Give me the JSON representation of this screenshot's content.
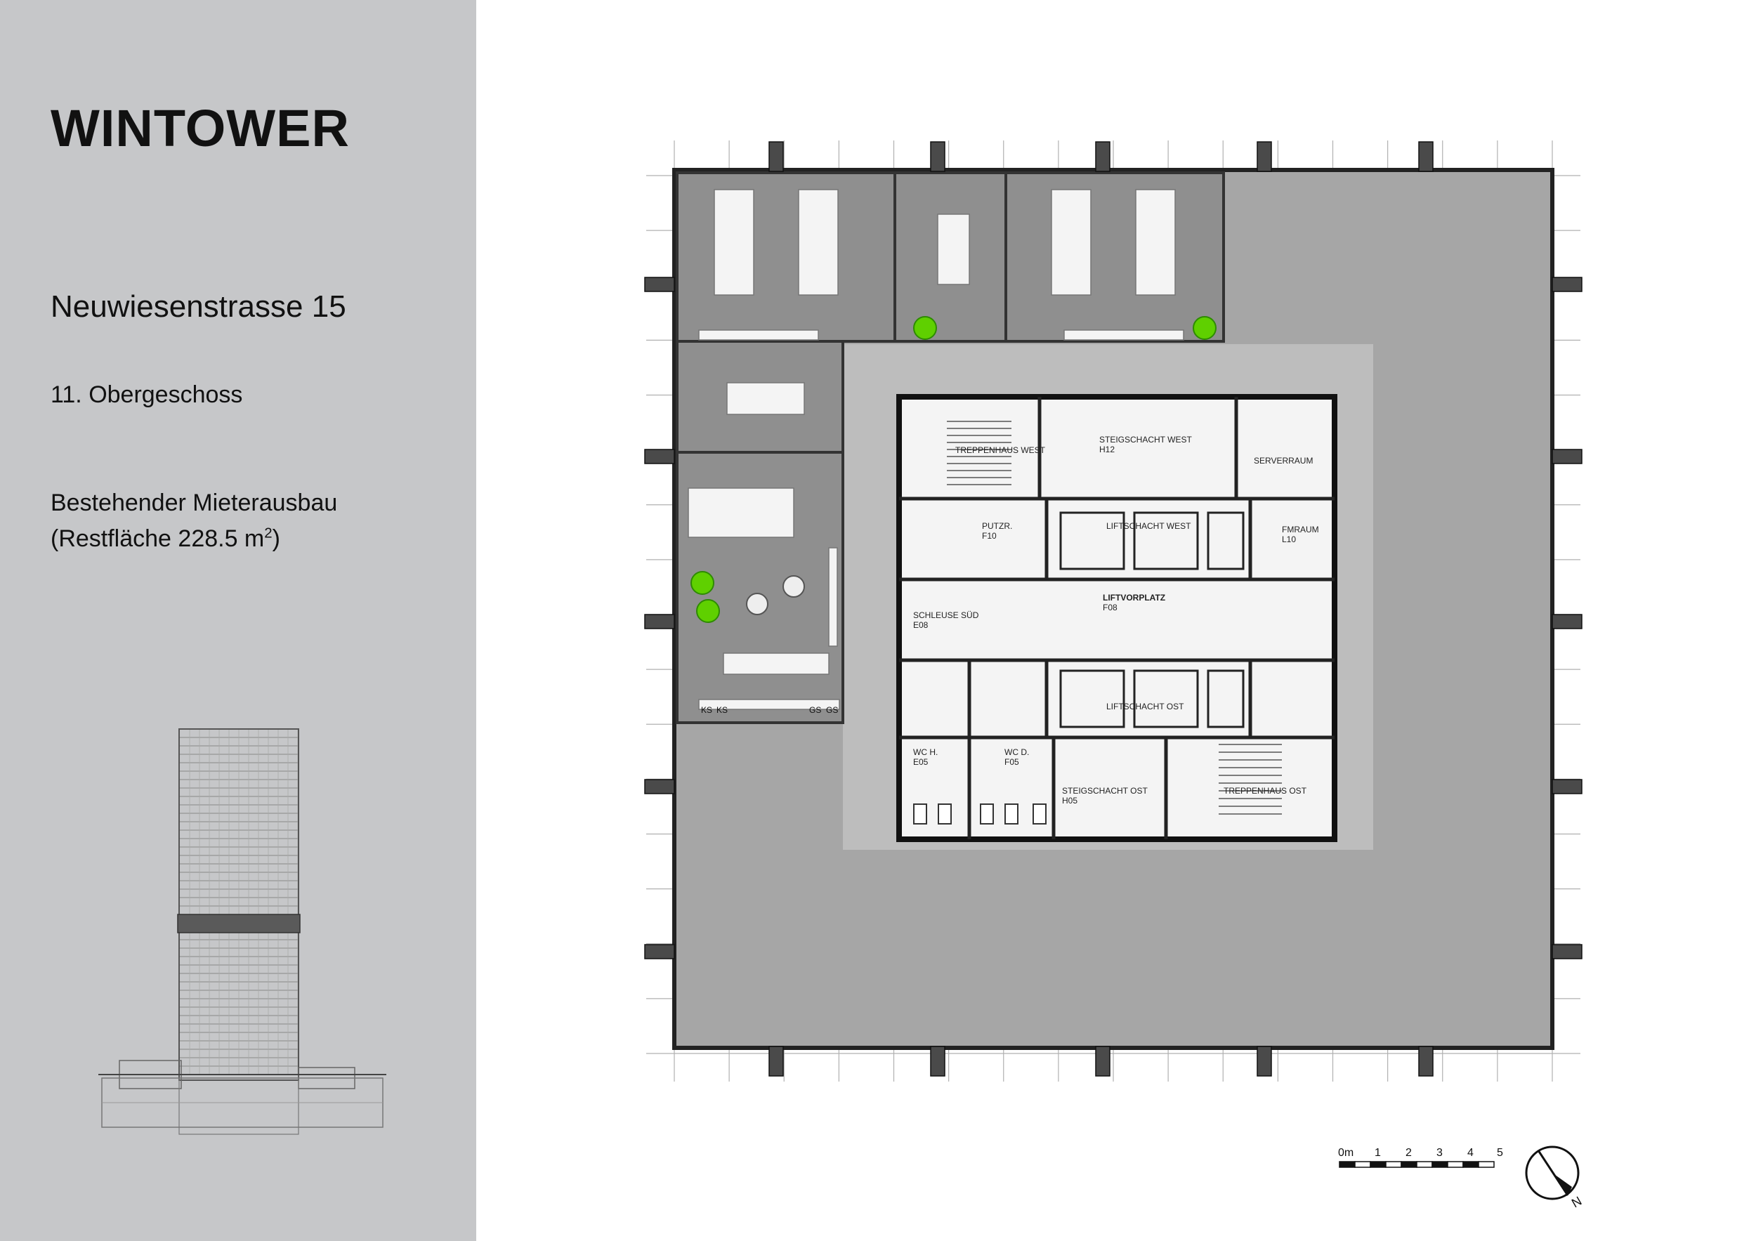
{
  "sidebar": {
    "title": "WINTOWER",
    "address": "Neuwiesenstrasse 15",
    "floor": "11. Obergeschoss",
    "desc_line1": "Bestehender Mieterausbau",
    "desc_line2_prefix": "(Restfläche 228.5 m",
    "desc_line2_sup": "2",
    "desc_line2_suffix": ")"
  },
  "plan": {
    "rooms": {
      "treppenhaus_west": "TREPPENHAUS WEST",
      "steigschacht_west": "STEIGSCHACHT WEST",
      "steigschacht_west_id": "H12",
      "serverraum": "SERVERRAUM",
      "putzr": "PUTZR.",
      "putzr_id": "F10",
      "liftschacht_west": "LIFTSCHACHT WEST",
      "fmraum": "FMRAUM",
      "fmraum_id": "L10",
      "liftvorplatz": "LIFTVORPLATZ",
      "liftvorplatz_id": "F08",
      "schleuse_sued": "SCHLEUSE SÜD",
      "schleuse_sued_id": "E08",
      "liftschacht_ost": "LIFTSCHACHT OST",
      "wc_h": "WC H.",
      "wc_h_id": "E05",
      "wc_d": "WC D.",
      "wc_d_id": "F05",
      "steigschacht_ost": "STEIGSCHACHT OST",
      "steigschacht_ost_id": "H05",
      "treppenhaus_ost": "TREPPENHAUS OST"
    },
    "kitchen_labels": [
      "KS",
      "KS",
      "GS",
      "GS"
    ]
  },
  "scale_bar": {
    "labels": [
      "0m",
      "1",
      "2",
      "3",
      "4",
      "5"
    ]
  },
  "north": {
    "label": "N"
  },
  "colors": {
    "sidebar_bg": "#c6c7c9",
    "office_dark": "#8f8f8f",
    "corridor_light": "#bdbdbd",
    "open_area": "#a6a6a6",
    "plant_green": "#5fd000"
  }
}
